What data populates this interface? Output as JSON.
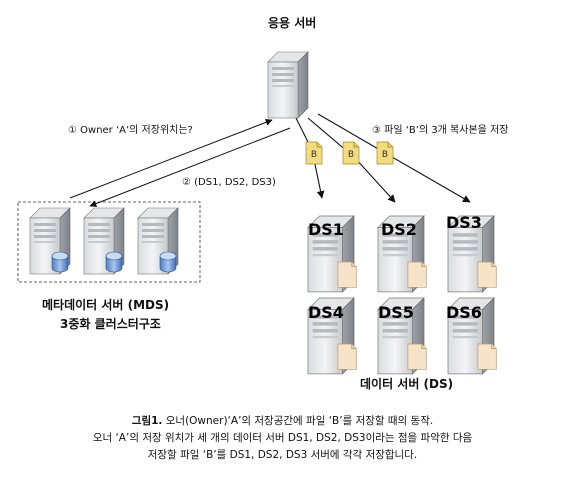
{
  "app_server": {
    "label": "응용 서버"
  },
  "mds": {
    "label_line1": "메타데이터 서버 (MDS)",
    "label_line2": "3중화 클러스터구조"
  },
  "data_server_group": {
    "label": "데이터 서버 (DS)"
  },
  "steps": {
    "step1": "① Owner ‘A’의 저장위치는?",
    "step2": "② (DS1, DS2, DS3)",
    "step3": "③ 파일 ‘B’의 3개 복사본을 저장"
  },
  "file_tag": "B",
  "data_servers": [
    "DS1",
    "DS2",
    "DS3",
    "DS4",
    "DS5",
    "DS6"
  ],
  "caption": {
    "figure_label": "그림1.",
    "line1": "오너(Owner)‘A’의 저장공간에 파일 ‘B’를 저장할 때의 동작.",
    "line2": "오너 ‘A’의 저장 위치가 세 개의 데이터 서버 DS1, DS2, DS3이라는 점을 파악한 다음",
    "line3": "저장할 파일 ‘B’를 DS1, DS2, DS3 서버에 각각 저장합니다."
  }
}
